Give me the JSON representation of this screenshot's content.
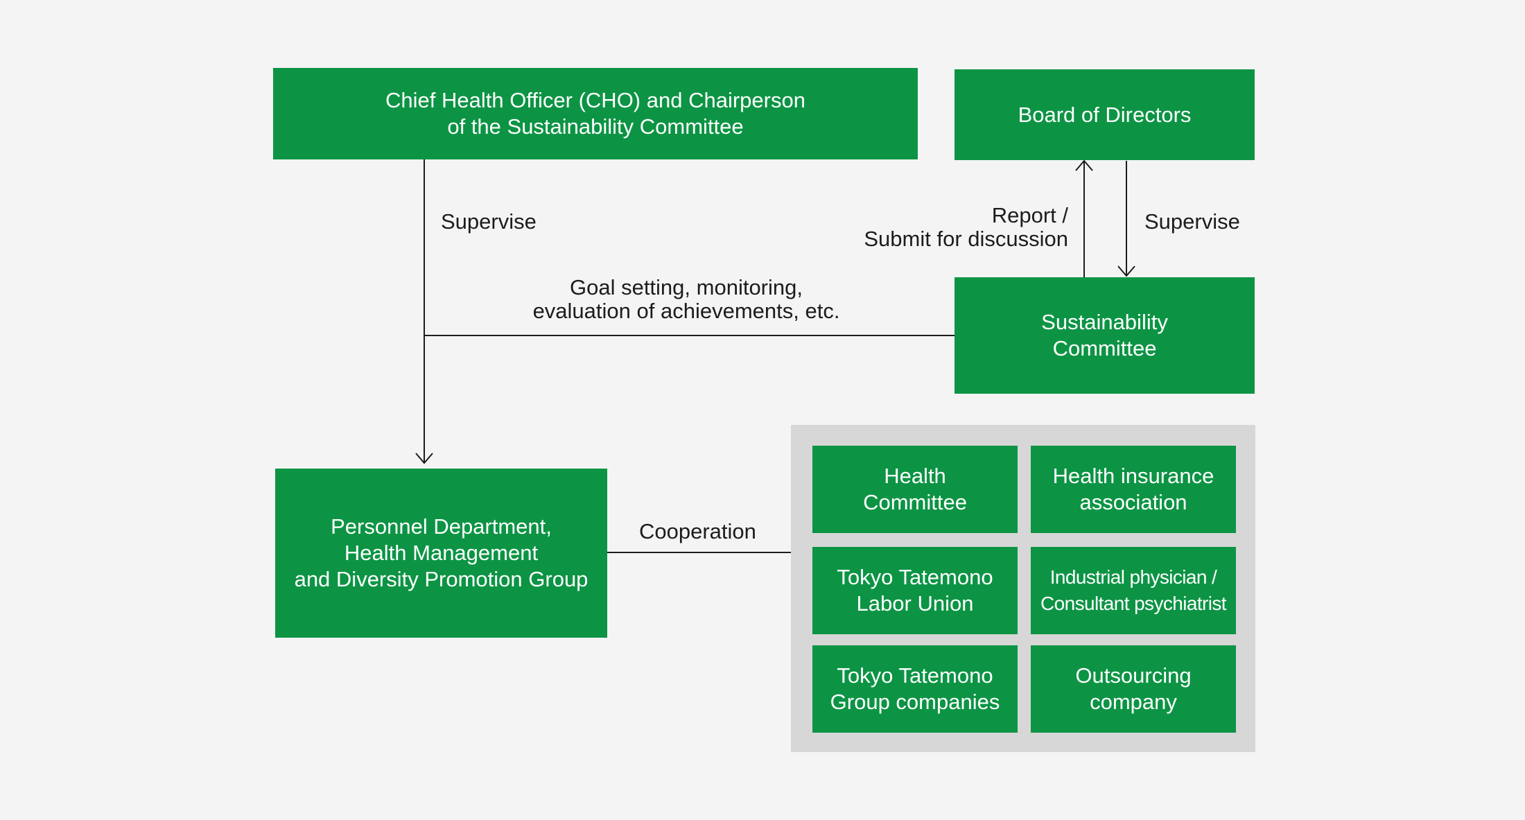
{
  "boxes": {
    "cho": [
      "Chief Health Officer (CHO) and Chairperson",
      "of the Sustainability Committee"
    ],
    "board": [
      "Board of Directors"
    ],
    "sustainability": [
      "Sustainability",
      "Committee"
    ],
    "personnel": [
      "Personnel Department,",
      "Health Management",
      "and Diversity Promotion Group"
    ],
    "health_committee": [
      "Health",
      "Committee"
    ],
    "health_insurance": [
      "Health insurance",
      "association"
    ],
    "labor_union": [
      "Tokyo Tatemono",
      "Labor Union"
    ],
    "physician": [
      "Industrial physician /",
      "Consultant psychiatrist"
    ],
    "group_companies": [
      "Tokyo Tatemono",
      "Group companies"
    ],
    "outsourcing": [
      "Outsourcing",
      "company"
    ]
  },
  "labels": {
    "supervise_left": "Supervise",
    "report": [
      "Report /",
      "Submit for discussion"
    ],
    "supervise_right": "Supervise",
    "goal": [
      "Goal setting, monitoring,",
      "evaluation of achievements, etc."
    ],
    "cooperation": "Cooperation"
  },
  "colors": {
    "box_green": "#0c9444",
    "panel_gray": "#d7d7d7",
    "background": "#f4f4f4",
    "line": "#1c1c1c"
  }
}
